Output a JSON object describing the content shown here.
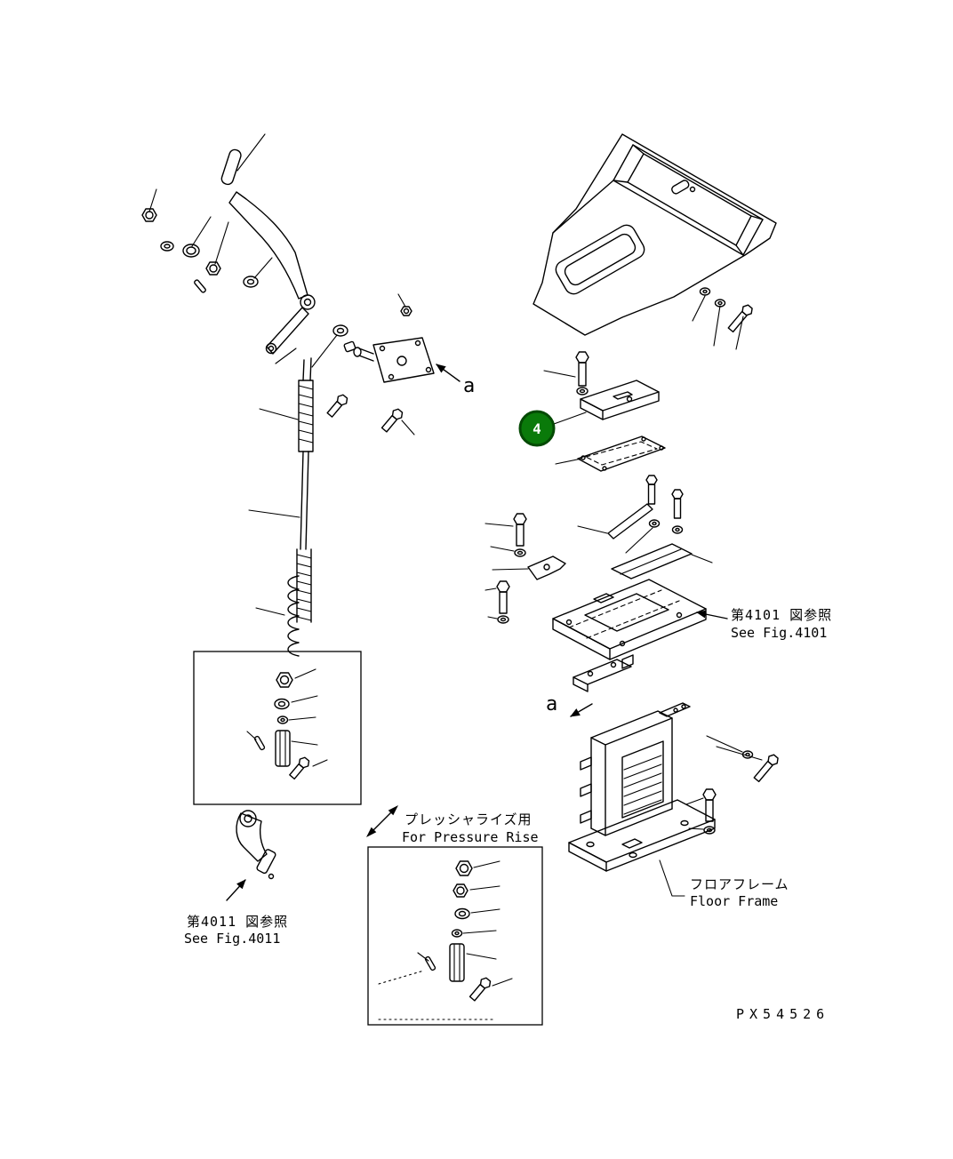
{
  "page": {
    "code": "PX54526"
  },
  "colors": {
    "background": "#ffffff",
    "line": "#000000",
    "balloon_fill": "#0a7a0a",
    "balloon_ring": "#044a04",
    "balloon_text": "#ffffff"
  },
  "callout": {
    "balloon_label": "4",
    "section_label": "a"
  },
  "refs": {
    "fig4101_jp": "第4101 図参照",
    "fig4101_en": "See Fig.4101",
    "fig4011_jp": "第4011 図参照",
    "fig4011_en": "See Fig.4011",
    "pressure_jp": "プレッシャライズ用",
    "pressure_en": "For Pressure Rise",
    "floor_jp": "フロアフレーム",
    "floor_en": "Floor Frame"
  }
}
